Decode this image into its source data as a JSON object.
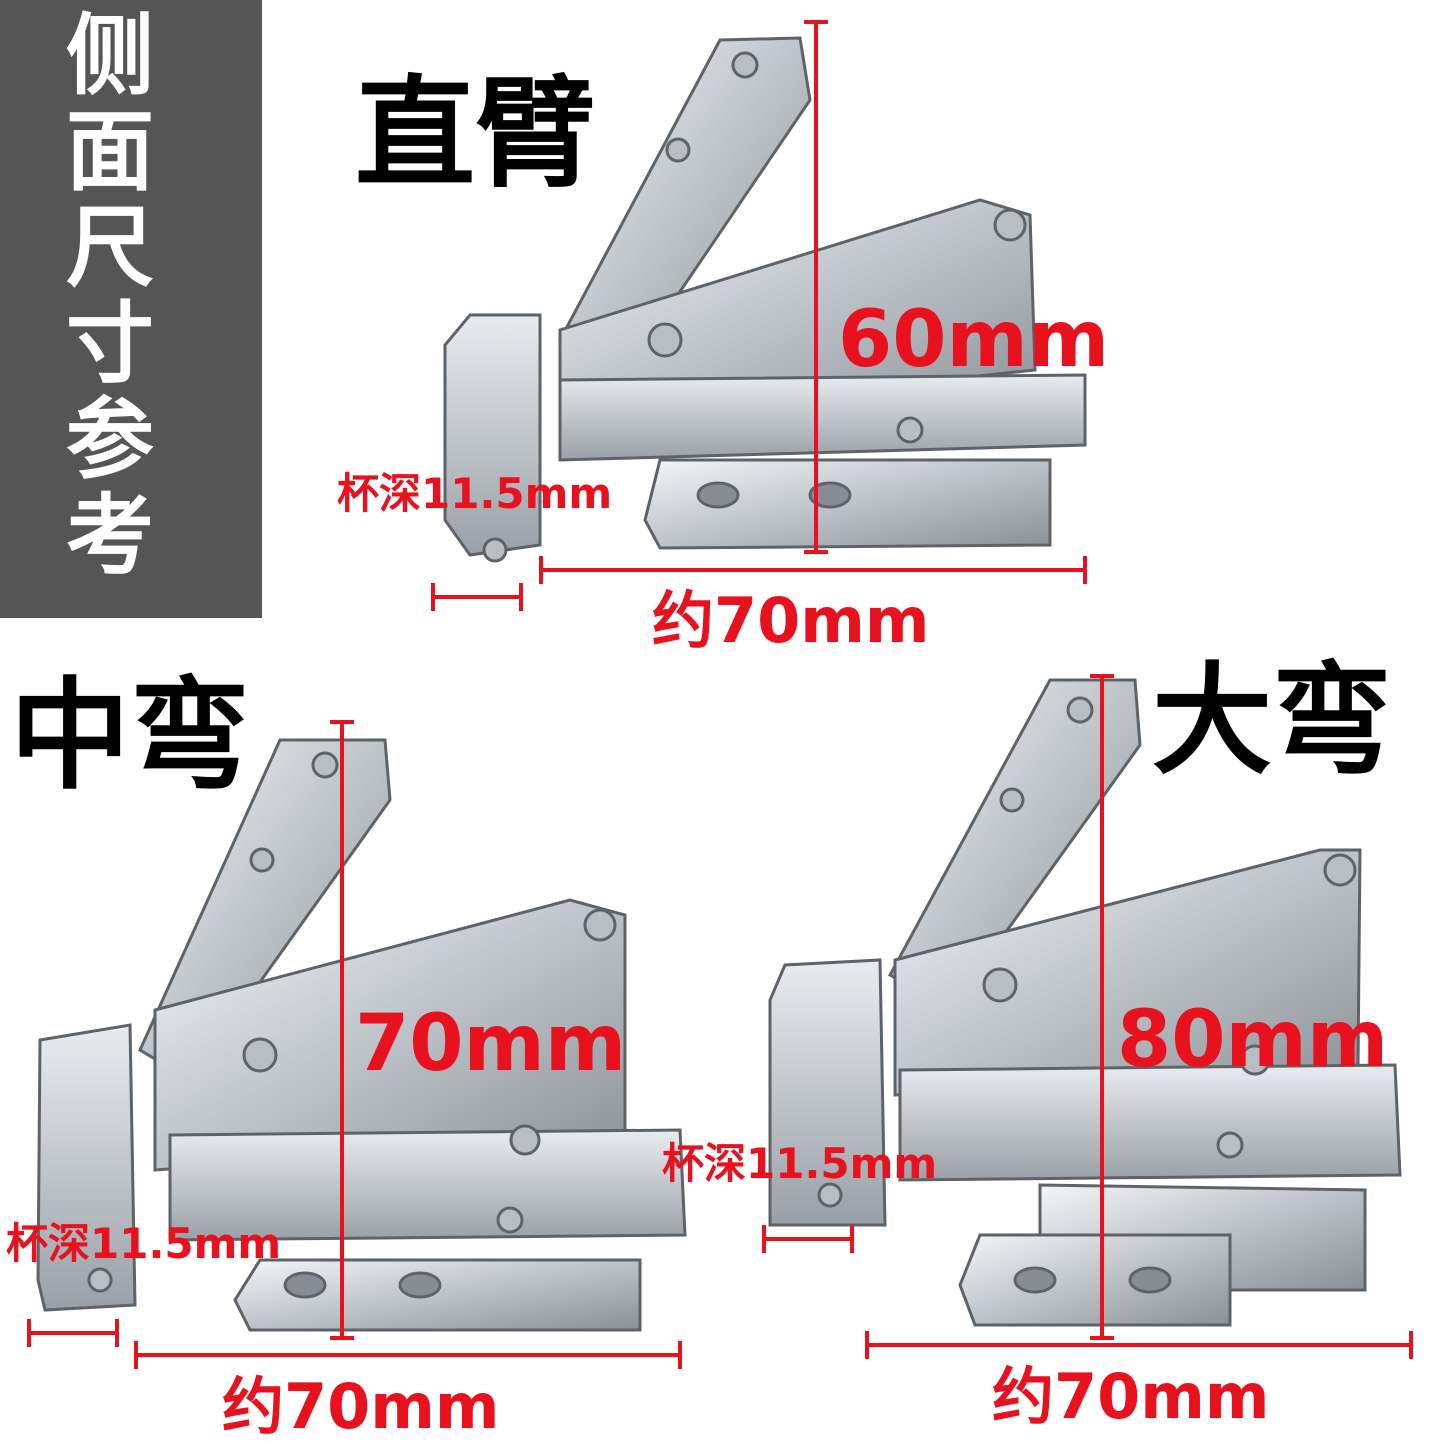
{
  "side_panel": {
    "title": "侧面尺寸参考"
  },
  "variants": [
    {
      "name": "直臂",
      "height": "60mm",
      "width": "约70mm",
      "cup_depth": "杯深11.5mm"
    },
    {
      "name": "中弯",
      "height": "70mm",
      "width": "约70mm",
      "cup_depth": "杯深11.5mm"
    },
    {
      "name": "大弯",
      "height": "80mm",
      "width": "约70mm",
      "cup_depth": "杯深11.5mm"
    }
  ],
  "colors": {
    "panel": "#555555",
    "dimension": "#e8111e",
    "title": "#000000",
    "metal": "#c9cdd2"
  }
}
